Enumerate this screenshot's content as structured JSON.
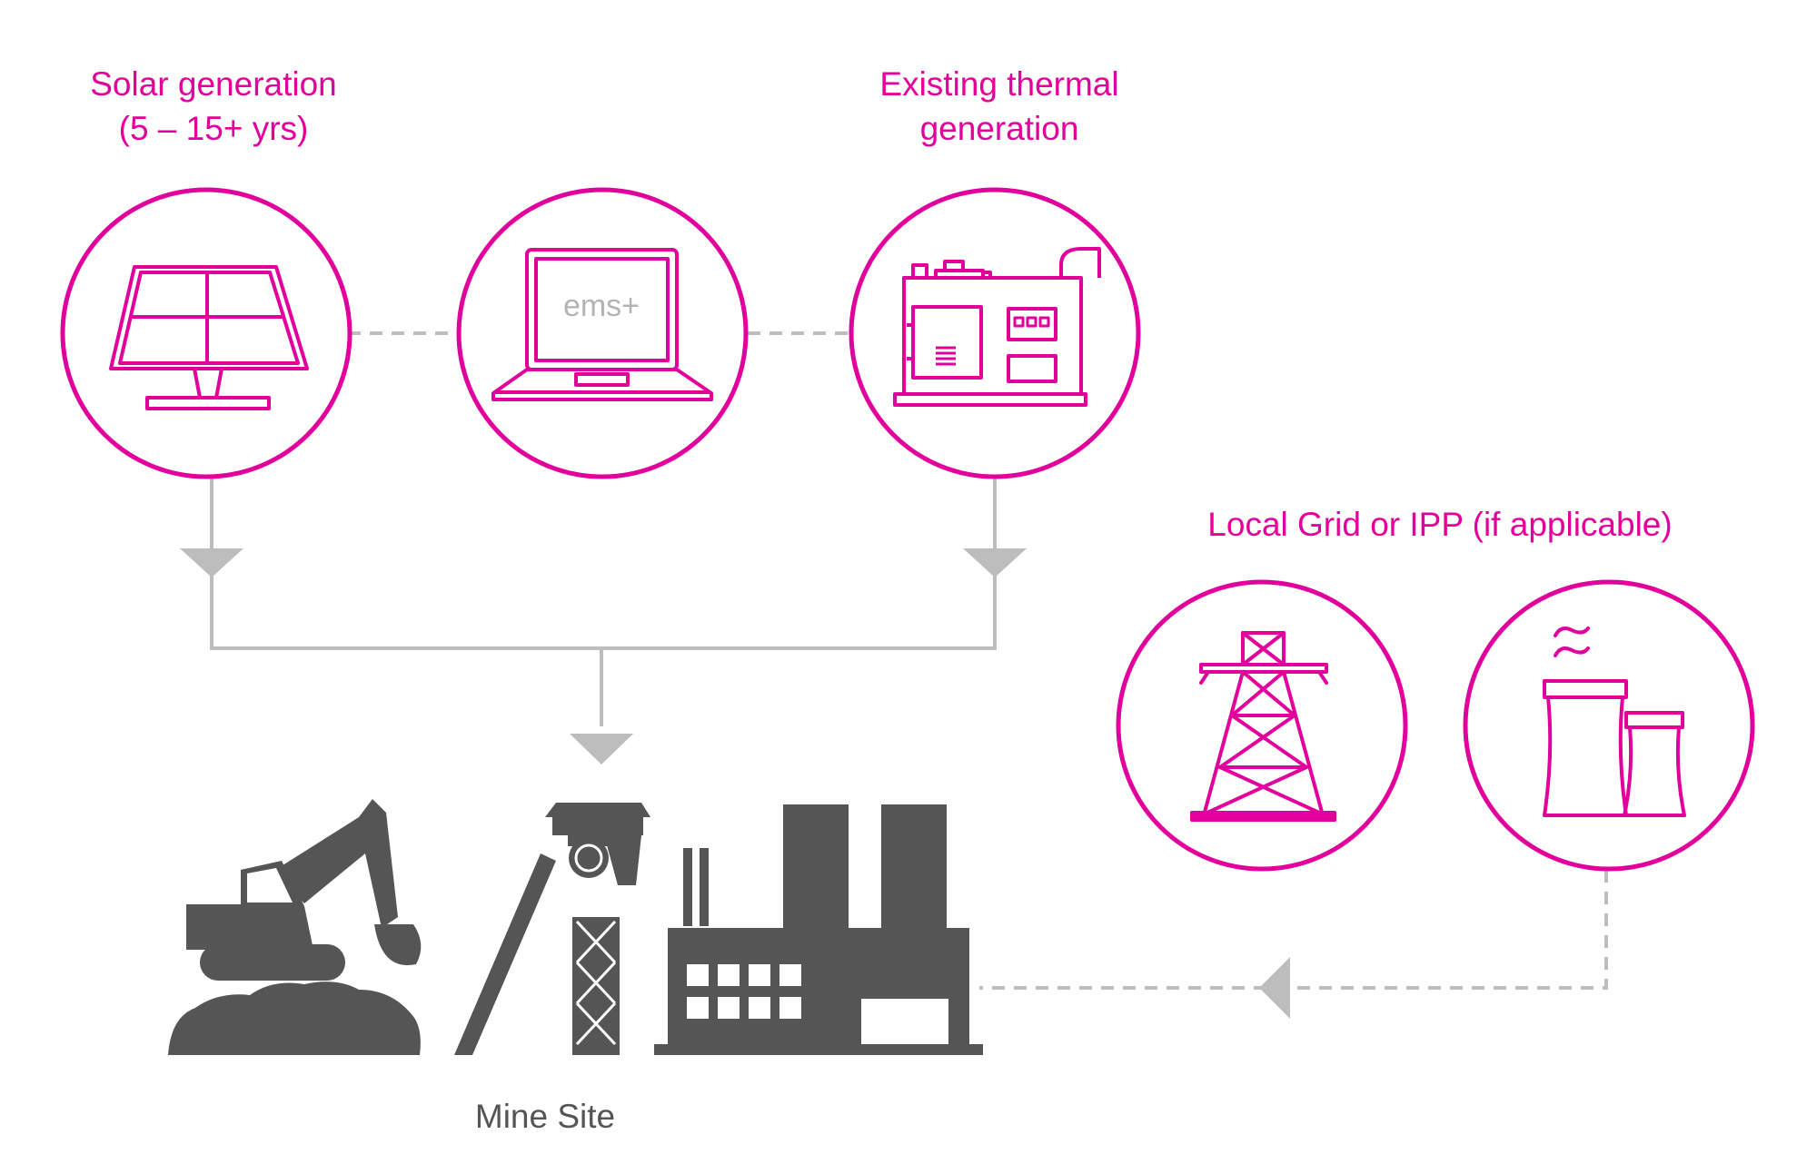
{
  "labels": {
    "solar": {
      "line1": "Solar generation",
      "line2": "(5 – 15+ yrs)"
    },
    "thermal": {
      "line1": "Existing thermal",
      "line2": "generation"
    },
    "grid": "Local Grid or IPP (if applicable)",
    "mine": "Mine Site",
    "ems": "ems+"
  },
  "colors": {
    "accent": "#e2009d",
    "connector": "#bdbdbd",
    "mine_icons": "#555555",
    "ems_text": "#b3b3b3"
  },
  "icons": [
    "solar-panel-icon",
    "laptop-icon",
    "generator-icon",
    "transmission-tower-icon",
    "cooling-tower-icon",
    "excavator-icon",
    "headframe-icon",
    "factory-icon"
  ]
}
